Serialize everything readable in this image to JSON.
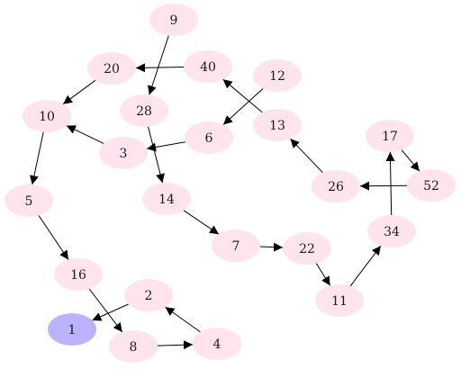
{
  "colors": {
    "node_fill": "#ffe4ee",
    "highlight_fill": "#bbb3ff",
    "edge": "#000000"
  },
  "nodes": [
    {
      "id": "9",
      "label": "9"
    },
    {
      "id": "20",
      "label": "20"
    },
    {
      "id": "40",
      "label": "40"
    },
    {
      "id": "12",
      "label": "12"
    },
    {
      "id": "10",
      "label": "10"
    },
    {
      "id": "28",
      "label": "28"
    },
    {
      "id": "13",
      "label": "13"
    },
    {
      "id": "6",
      "label": "6"
    },
    {
      "id": "17",
      "label": "17"
    },
    {
      "id": "3",
      "label": "3"
    },
    {
      "id": "5",
      "label": "5"
    },
    {
      "id": "14",
      "label": "14"
    },
    {
      "id": "26",
      "label": "26"
    },
    {
      "id": "52",
      "label": "52"
    },
    {
      "id": "34",
      "label": "34"
    },
    {
      "id": "7",
      "label": "7"
    },
    {
      "id": "22",
      "label": "22"
    },
    {
      "id": "16",
      "label": "16"
    },
    {
      "id": "2",
      "label": "2"
    },
    {
      "id": "11",
      "label": "11"
    },
    {
      "id": "1",
      "label": "1",
      "highlighted": true
    },
    {
      "id": "8",
      "label": "8"
    },
    {
      "id": "4",
      "label": "4"
    }
  ],
  "edges": [
    [
      "9",
      "28"
    ],
    [
      "40",
      "20"
    ],
    [
      "20",
      "10"
    ],
    [
      "12",
      "6"
    ],
    [
      "13",
      "40"
    ],
    [
      "10",
      "5"
    ],
    [
      "3",
      "10"
    ],
    [
      "6",
      "3"
    ],
    [
      "28",
      "14"
    ],
    [
      "26",
      "13"
    ],
    [
      "52",
      "26"
    ],
    [
      "17",
      "52"
    ],
    [
      "34",
      "17"
    ],
    [
      "5",
      "16"
    ],
    [
      "14",
      "7"
    ],
    [
      "7",
      "22"
    ],
    [
      "22",
      "11"
    ],
    [
      "11",
      "34"
    ],
    [
      "16",
      "8"
    ],
    [
      "2",
      "1"
    ],
    [
      "8",
      "4"
    ],
    [
      "4",
      "2"
    ]
  ]
}
